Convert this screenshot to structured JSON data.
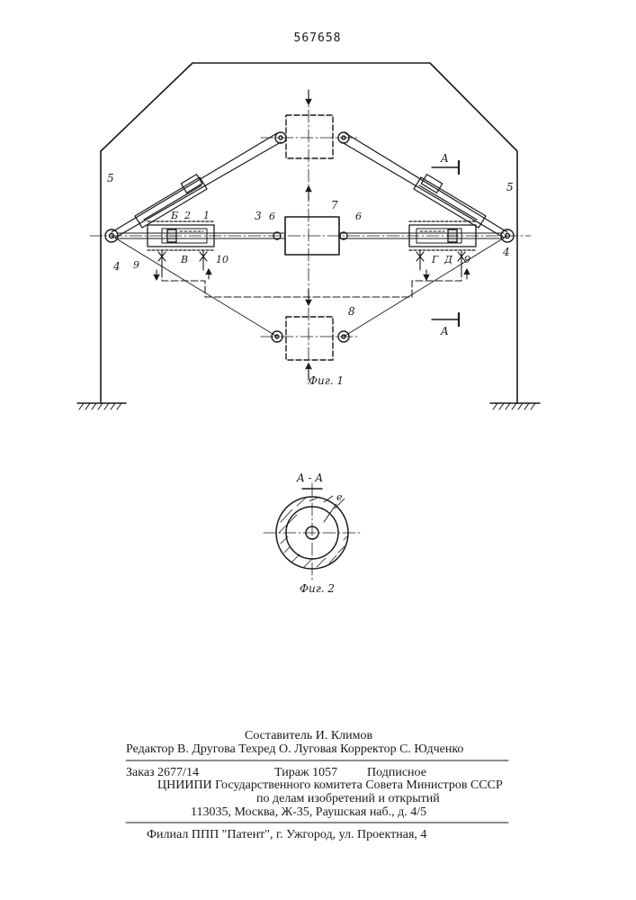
{
  "patent_number": "567658",
  "figures": {
    "fig1_caption": "Фиг. 1",
    "fig2_caption": "Фиг. 2",
    "section_title": "A - A",
    "section_marker": "A"
  },
  "labels": {
    "l1": "1",
    "l2": "2",
    "l3": "3",
    "l4": "4",
    "l5": "5",
    "l6": "6",
    "l7": "7",
    "l8": "8",
    "l9": "9",
    "l10": "10",
    "lB": "Б",
    "lV": "В",
    "lG": "Г",
    "lD": "Д",
    "le": "е"
  },
  "imprint": {
    "compiler": "Составитель И. Климов",
    "editors": "Редактор В. Другова Техред О. Луговая Корректор С. Юдченко",
    "order": "Заказ 2677/14",
    "circulation": "Тираж 1057",
    "subscription": "Подписное",
    "org1": "ЦНИИПИ Государственного комитета Совета Министров СССР",
    "org2": "по делам изобретений и открытий",
    "address": "113035, Москва, Ж-35, Раушская наб., д. 4/5",
    "branch": "Филиал ППП \"Патент\", г. Ужгород, ул. Проектная, 4"
  }
}
